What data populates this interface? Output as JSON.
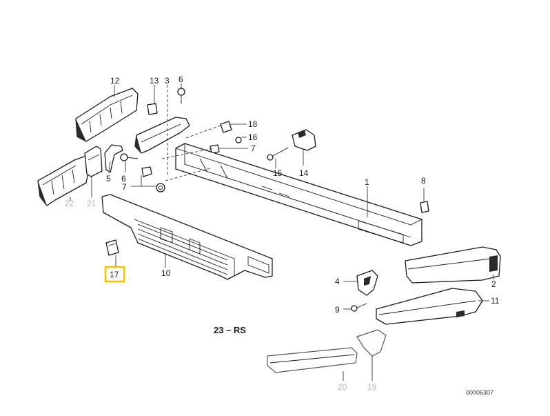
{
  "diagram": {
    "title": "Front bumper assembly",
    "highlighted_part": "17",
    "image_code": "00006307",
    "callouts": {
      "p1": "1",
      "p2": "2",
      "p3": "3",
      "p4": "4",
      "p5": "5",
      "p6a": "6",
      "p6b": "6",
      "p7a": "7",
      "p7b": "7",
      "p8": "8",
      "p9": "9",
      "p10": "10",
      "p11": "11",
      "p12": "12",
      "p13": "13",
      "p14": "14",
      "p15": "15",
      "p16": "16",
      "p17": "17",
      "p18": "18",
      "p19": "19",
      "p20": "20",
      "p21": "21",
      "p22": "22",
      "p23": "23 – RS"
    },
    "colors": {
      "highlight": "#f2c400",
      "line": "#1a1a1a",
      "dim_label": "#b9b9b9"
    }
  }
}
